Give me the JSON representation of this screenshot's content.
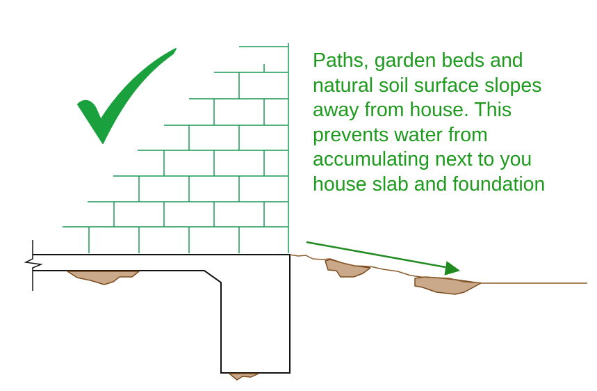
{
  "caption": {
    "lines": [
      "Paths, garden beds and",
      "natural soil surface slopes",
      "away from house.  This",
      "prevents water from",
      "accumulating next to you",
      "house slab and foundation"
    ]
  },
  "colors": {
    "text": "#1e9a1e",
    "brick": "#1a9a56",
    "checkmark": "#1aa03c",
    "arrow": "#1f8a1f",
    "soil_fill": "#c9a98a",
    "soil_stroke": "#7a4a1c",
    "structure": "#111111"
  },
  "icons": {
    "checkmark": "checkmark-icon",
    "arrow": "slope-arrow-icon"
  }
}
